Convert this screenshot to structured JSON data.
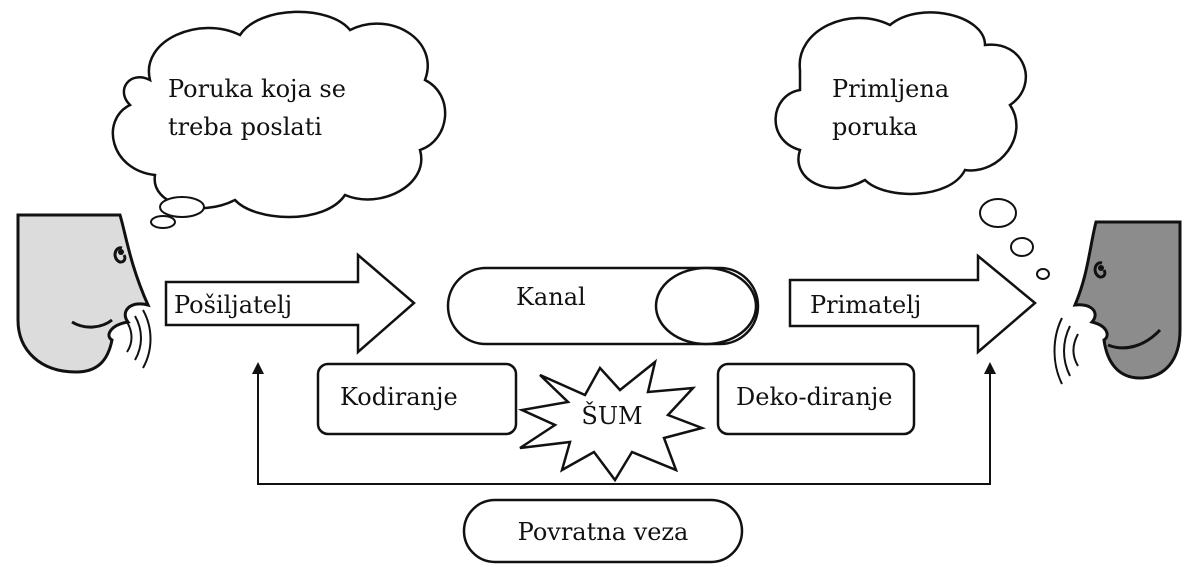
{
  "sender_thought": {
    "line1": "Poruka koja se",
    "line2": "treba poslati"
  },
  "receiver_thought": {
    "line1": "Primljena",
    "line2": "poruka"
  },
  "sender_label": "Pošiljatelj",
  "channel_label": "Kanal",
  "receiver_label": "Primatelj",
  "encoding_label": "Kodiranje",
  "noise_label": "ŠUM",
  "decoding_label": "Deko-diranje",
  "feedback_label": "Povratna veza",
  "colors": {
    "ink": "#111111",
    "sender_face": "#dcdcdc",
    "receiver_face": "#8c8c8c"
  }
}
